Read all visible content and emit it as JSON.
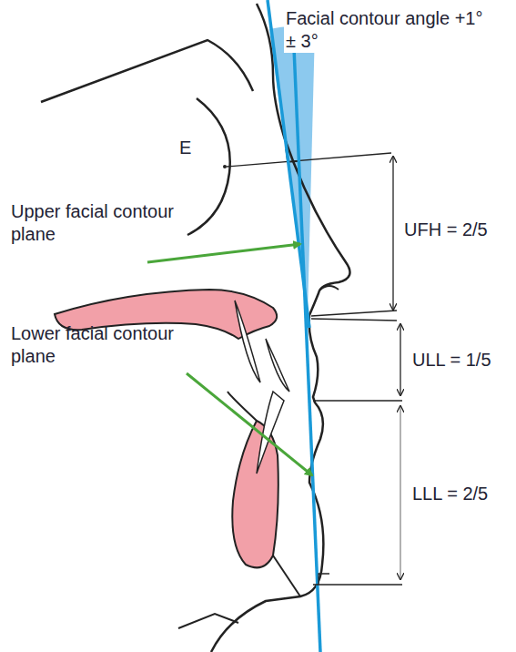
{
  "diagram": {
    "labels": [
      "Facial contour angle +1° ± 3°",
      "E",
      "Upper facial contour plane",
      "Lower facial contour plane",
      "UFH = 2/5",
      "ULL = 1/5",
      "LLL = 2/5"
    ]
  }
}
